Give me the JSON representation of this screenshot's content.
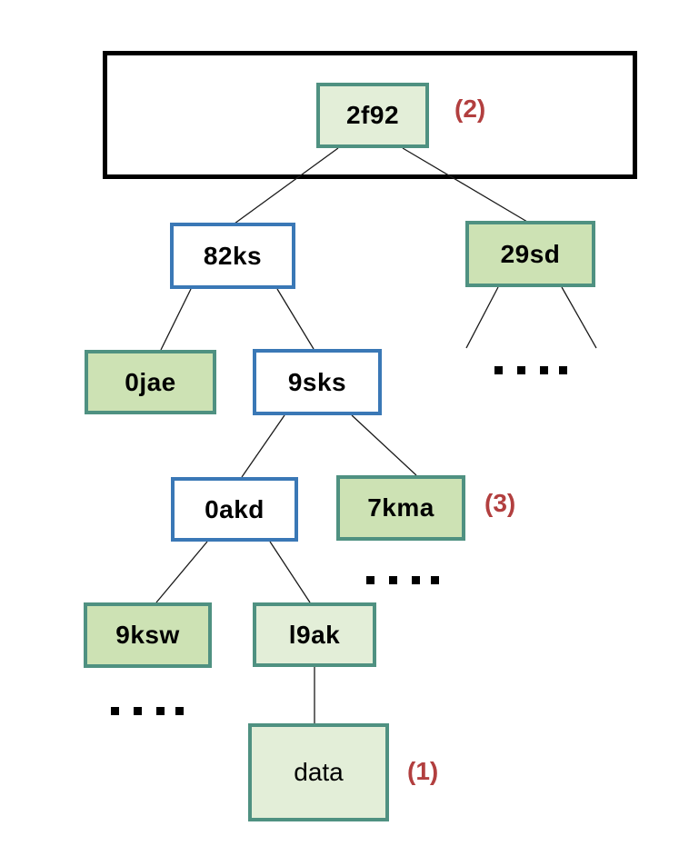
{
  "diagram": {
    "description_colors": {
      "node_fill_green": "#cde2b4",
      "node_fill_light_green": "#e3eed8",
      "node_border_teal": "#4f9181",
      "node_border_blue": "#3a78b6",
      "outer_box_border": "#000000",
      "annotation_red": "#b23f3f",
      "edge_line": "#1a1a1a"
    },
    "nodes": {
      "n2f92": {
        "label": "2f92",
        "annotation": "(2)"
      },
      "n82ks": {
        "label": "82ks"
      },
      "n29sd": {
        "label": "29sd"
      },
      "n0jae": {
        "label": "0jae"
      },
      "n9sks": {
        "label": "9sks"
      },
      "n0akd": {
        "label": "0akd"
      },
      "n7kma": {
        "label": "7kma",
        "annotation": "(3)"
      },
      "n9ksw": {
        "label": "9ksw"
      },
      "nl9ak": {
        "label": "l9ak"
      },
      "ndata": {
        "label": "data",
        "annotation": "(1)"
      }
    },
    "edges": [
      [
        "2f92",
        "82ks"
      ],
      [
        "2f92",
        "29sd"
      ],
      [
        "82ks",
        "0jae"
      ],
      [
        "82ks",
        "9sks"
      ],
      [
        "29sd",
        "elided"
      ],
      [
        "9sks",
        "0akd"
      ],
      [
        "9sks",
        "7kma"
      ],
      [
        "0akd",
        "9ksw"
      ],
      [
        "0akd",
        "l9ak"
      ],
      [
        "l9ak",
        "data"
      ]
    ],
    "elided_subtrees_marked_with_dots": [
      "29sd",
      "7kma",
      "9ksw"
    ]
  }
}
